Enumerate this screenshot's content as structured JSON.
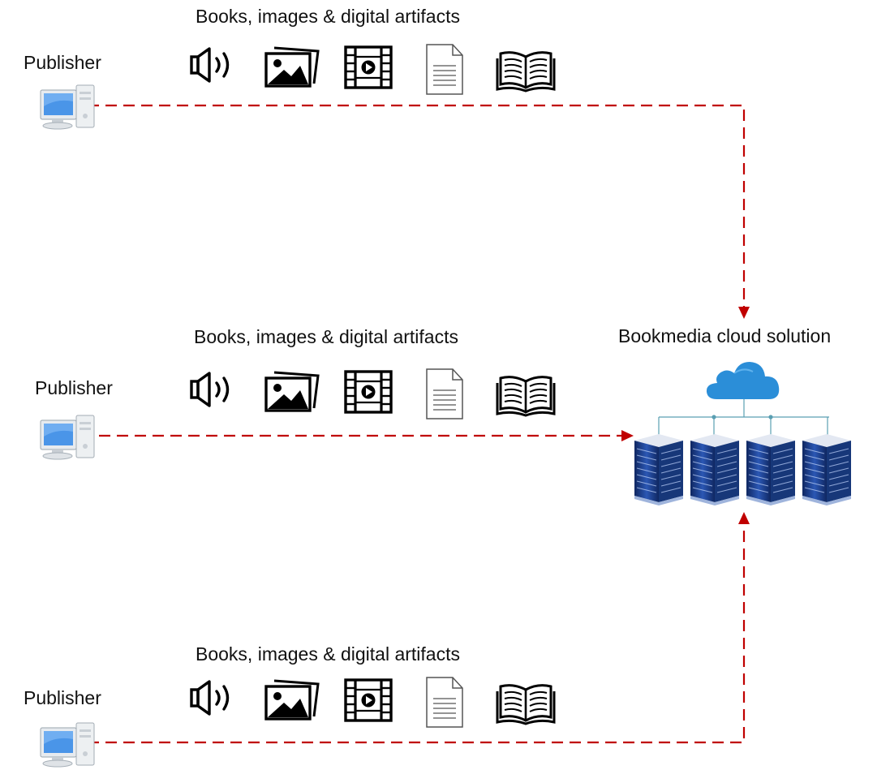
{
  "publishers": [
    {
      "label": "Publisher",
      "group_title": "Books, images  & digital artifacts",
      "artifacts": [
        "audio-icon",
        "image-icon",
        "video-icon",
        "document-icon",
        "book-icon"
      ]
    },
    {
      "label": "Publisher",
      "group_title": "Books, images & digital artifacts",
      "artifacts": [
        "audio-icon",
        "image-icon",
        "video-icon",
        "document-icon",
        "book-icon"
      ]
    },
    {
      "label": "Publisher",
      "group_title": "Books, images  & digital artifacts",
      "artifacts": [
        "audio-icon",
        "image-icon",
        "video-icon",
        "document-icon",
        "book-icon"
      ]
    }
  ],
  "cloud": {
    "label": "Bookmedia cloud solution",
    "icons": [
      "cloud-icon",
      "server-rack-icon"
    ]
  },
  "colors": {
    "connector": "#c00000",
    "cloud": "#2b8ed8",
    "server": "#1f3e86",
    "monitor_screen": "#3e8ee6"
  }
}
